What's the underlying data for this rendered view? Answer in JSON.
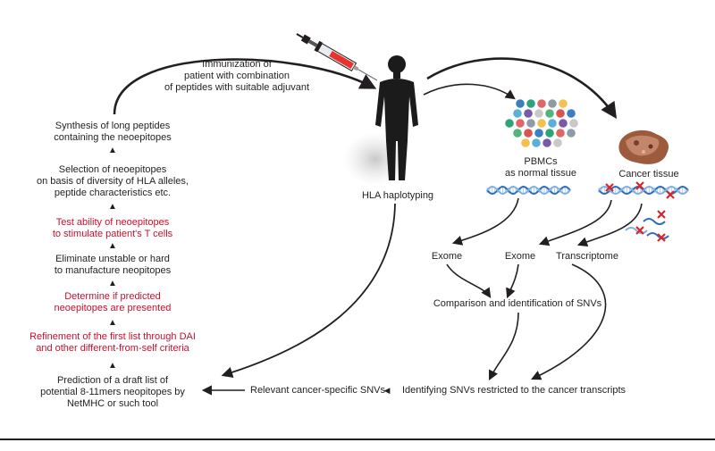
{
  "workflow": {
    "immunization": [
      "Immunization of",
      "patient with combination",
      "of peptides with suitable adjuvant"
    ],
    "hla_haplotyping": "HLA haplotyping",
    "pbmcs": [
      "PBMCs",
      "as normal tissue"
    ],
    "cancer_tissue": "Cancer tissue",
    "exome_normal": "Exome",
    "exome_cancer": "Exome",
    "transcriptome": "Transcriptome",
    "comparison": "Comparison and identification of SNVs",
    "identifying_snvs": "Identifying SNVs restricted to the cancer transcripts",
    "relevant_snvs": "Relevant cancer-specific SNVs",
    "arrow_glyph": "◀"
  },
  "left_column": [
    {
      "lines": [
        "Synthesis of long peptides",
        "containing the neoepitopes"
      ],
      "highlight": false
    },
    {
      "lines": [
        "Selection of neoepitopes",
        "on basis of diversity of HLA alleles,",
        "peptide characteristics etc."
      ],
      "highlight": false
    },
    {
      "lines": [
        "Test ability of neoepitopes",
        "to stimulate patient's T cells"
      ],
      "highlight": true
    },
    {
      "lines": [
        "Eliminate unstable or hard",
        "to manufacture neopitopes"
      ],
      "highlight": false
    },
    {
      "lines": [
        "Determine if predicted",
        "neoepitopes are presented"
      ],
      "highlight": true
    },
    {
      "lines": [
        "Refinement of the first list through DAI",
        "and other different-from-self criteria"
      ],
      "highlight": true
    },
    {
      "lines": [
        "Prediction of a draft list of",
        "potential 8-11mers neopitopes by",
        "NetMHC or such tool"
      ],
      "highlight": false
    }
  ],
  "icons": [
    "syringe-icon",
    "human-figure-icon",
    "pbmc-cells-icon",
    "tumor-tissue-icon",
    "dna-helix-icon",
    "rna-fragment-icon",
    "mutation-x-icon"
  ],
  "colors": {
    "text": "#231f20",
    "highlight": "#c8102e",
    "dna_blue": "#2f6db5",
    "dna_light": "#9fc2e7",
    "mutation": "#d7262b"
  }
}
